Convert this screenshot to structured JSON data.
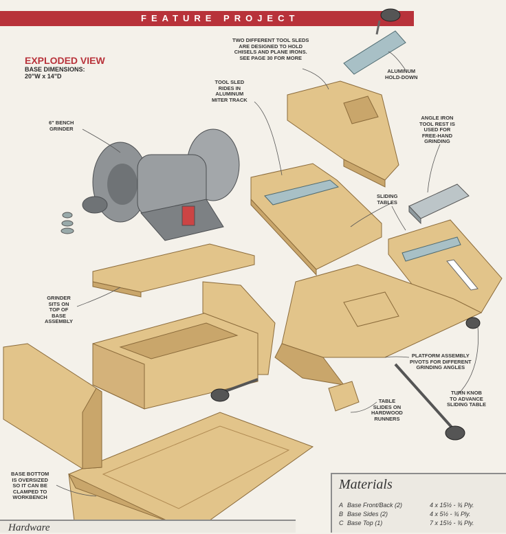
{
  "header": {
    "title": "FEATURE PROJECT"
  },
  "title": {
    "main": "EXPLODED VIEW",
    "dimensions_line1": "BASE DIMENSIONS:",
    "dimensions_line2": "20\"W x 14\"D"
  },
  "callouts": {
    "bench_grinder": "6\" BENCH\nGRINDER",
    "tool_sleds": "TWO DIFFERENT TOOL SLEDS\nARE DESIGNED TO HOLD\nCHISELS AND PLANE IRONS.\nSEE PAGE 30 FOR MORE",
    "aluminum_hold_down": "ALUMINUM\nHOLD-DOWN",
    "tool_sled_track": "TOOL SLED\nRIDES IN\nALUMINUM\nMITER TRACK",
    "angle_iron": "ANGLE IRON\nTOOL REST IS\nUSED FOR\nFREE-HAND\nGRINDING",
    "sliding_tables": "SLIDING\nTABLES",
    "grinder_sits": "GRINDER\nSITS ON\nTOP OF\nBASE\nASSEMBLY",
    "platform_pivots": "PLATFORM ASSEMBLY\nPIVOTS FOR DIFFERENT\nGRINDING ANGLES",
    "turn_knob": "TURN KNOB\nTO ADVANCE\nSLIDING TABLE",
    "table_slides": "TABLE\nSLIDES ON\nHARDWOOD\nRUNNERS",
    "base_bottom": "BASE BOTTOM\nIS OVERSIZED\nSO IT CAN BE\nCLAMPED TO\nWORKBENCH"
  },
  "materials": {
    "title": "Materials",
    "rows": [
      {
        "letter": "A",
        "name": "Base Front/Back (2)",
        "size": "4 x 15½ - ¾ Ply."
      },
      {
        "letter": "B",
        "name": "Base Sides (2)",
        "size": "4 x 5½ - ¾ Ply."
      },
      {
        "letter": "C",
        "name": "Base Top (1)",
        "size": "7 x 15½ - ¾ Ply."
      }
    ]
  },
  "hardware": {
    "title": "Hardware"
  },
  "colors": {
    "header_red": "#b8323a",
    "wood": "#e2c48a",
    "wood_dark": "#c9a66b",
    "wood_edge": "#b08a52",
    "grinder_gray": "#8f9396",
    "aluminum": "#a8c0c6"
  }
}
